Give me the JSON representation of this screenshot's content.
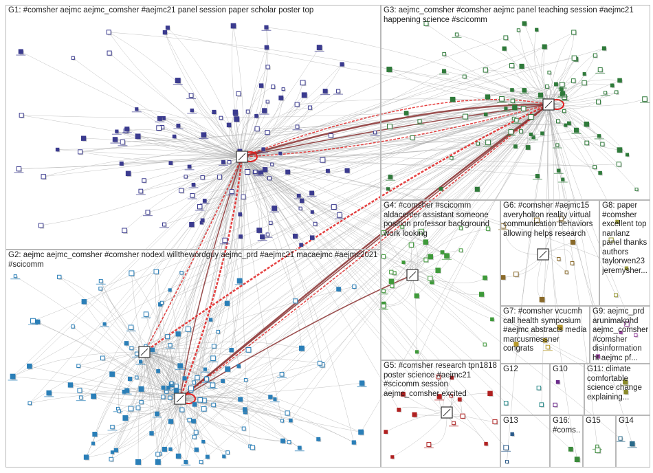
{
  "groups": [
    {
      "id": "G1",
      "label": "G1: #comsher aejmc aejmc_comsher #aejmc21 panel session paper scholar poster top"
    },
    {
      "id": "G3",
      "label": "G3: aejmc_comsher #comsher aejmc panel teaching session #aejmc21 happening science #scicomm"
    },
    {
      "id": "G2",
      "label": "G2: aejmc aejmc_comsher #comsher nodexl willthewordguy aejmc_prd #aejmc21 macaejmc #aejmc2021 #scicomm"
    },
    {
      "id": "G4",
      "label": "G4: #comsher #scicomm aldacenter assistant someone position professor background work looking"
    },
    {
      "id": "G6",
      "label": "G6: #comsher #aejmc15 averyholton reality virtual communication behaviors allowing helps research"
    },
    {
      "id": "G8",
      "label": "G8: paper #comsher excellent top nanlanz panel thanks authors taylorwen23 jeremysher..."
    },
    {
      "id": "G7",
      "label": "G7: #comsher vcucmh call health symposium #aejmc abstracts media marcusmessner congrats"
    },
    {
      "id": "G9",
      "label": "G9: aejmc_prd arunimakphd aejmc_comsher #comsher disinformation ht aejmc pf..."
    },
    {
      "id": "G5",
      "label": "G5: #comsher research tpn1818 poster science #aejmc21 #scicomm session aejmc_comsher excited"
    },
    {
      "id": "G12",
      "label": "G12"
    },
    {
      "id": "G10",
      "label": "G10"
    },
    {
      "id": "G11",
      "label": "G11: climate comfortable science change explaining..."
    },
    {
      "id": "G13",
      "label": "G13"
    },
    {
      "id": "G16",
      "label": "G16: #coms..."
    },
    {
      "id": "G15",
      "label": "G15"
    },
    {
      "id": "G14",
      "label": "G14"
    }
  ],
  "colors": {
    "G1": "#3b3b8f",
    "G3": "#2f7a3a",
    "G2": "#2a7fb8",
    "G4": "#3f9a3a",
    "G6": "#8a6a2a",
    "G8": "#9a9a3a",
    "G7": "#b89a2a",
    "G9": "#9a4aa0",
    "G5": "#b02020",
    "G12": "#2a8a8a",
    "G10": "#6a2a8a",
    "G11": "#8a8a2a",
    "G13": "#2a5a8a",
    "G16": "#3a8a3a",
    "G15": "#3a8a3a",
    "G14": "#2a6a8a",
    "edge": "#a8a8a8",
    "hub_edge": "#e02020",
    "strong_edge": "#8a3030"
  }
}
